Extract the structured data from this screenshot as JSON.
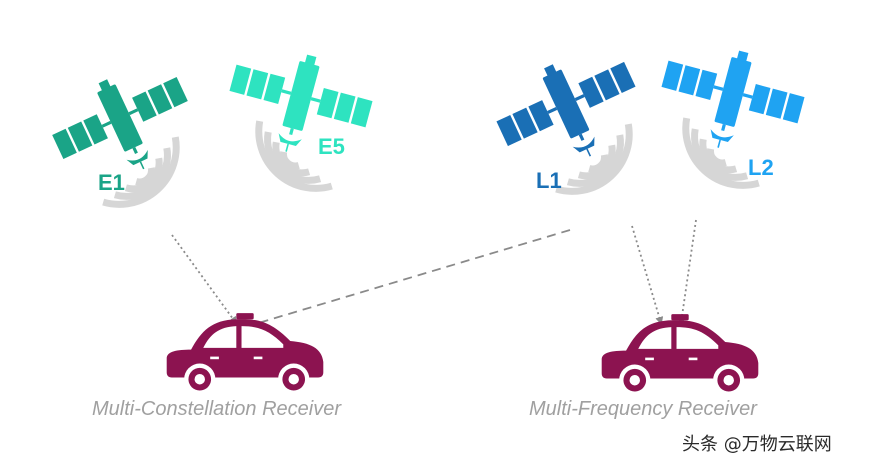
{
  "colors": {
    "e1": "#1aa487",
    "e5": "#2ee3c0",
    "l1": "#1a6fb5",
    "l2": "#1fa3f2",
    "car": "#8c1350",
    "signal": "#d6d6d6",
    "arrow": "#8a8a8a",
    "caption": "#a0a0a0"
  },
  "signals": {
    "e1": "E1",
    "e5": "E5",
    "l1": "L1",
    "l2": "L2"
  },
  "captions": {
    "left": "Multi-Constellation Receiver",
    "right": "Multi-Frequency Receiver"
  },
  "watermark": "头条 @万物云联网",
  "icons": [
    "satellite-icon",
    "signal-waves-icon",
    "car-icon"
  ]
}
